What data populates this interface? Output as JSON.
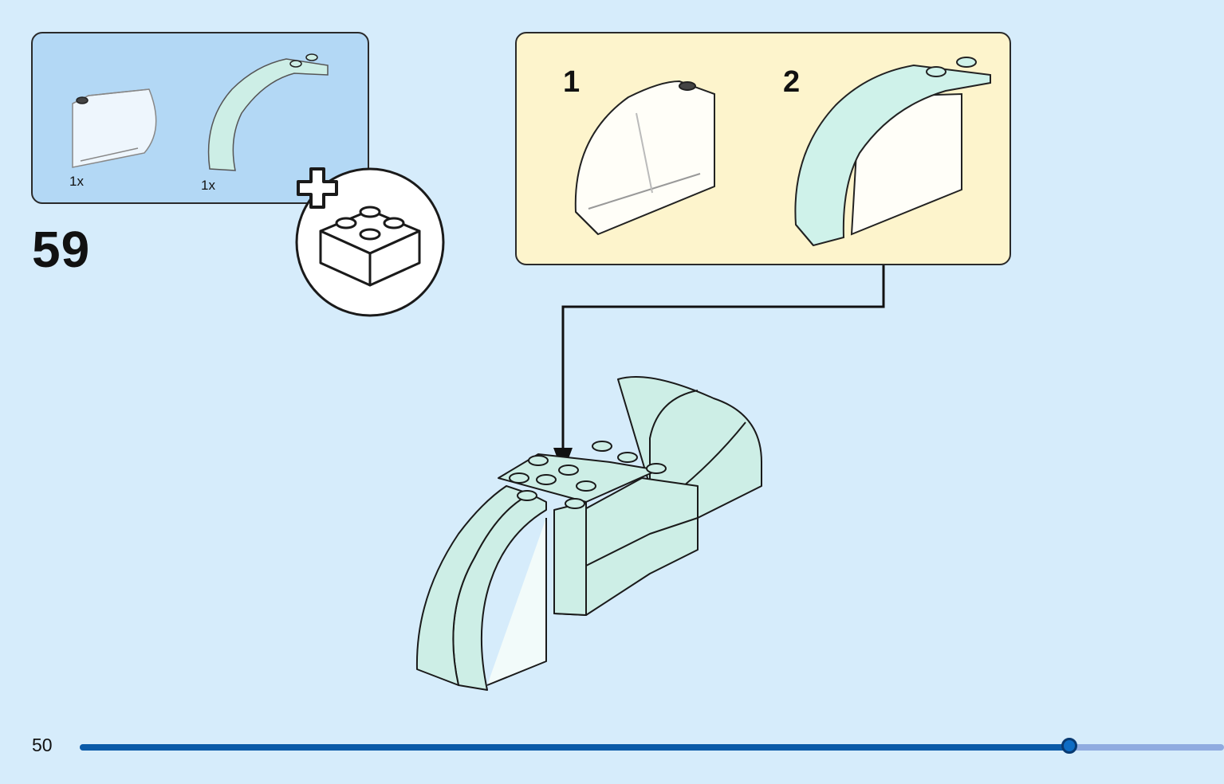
{
  "step": {
    "number": "59",
    "parts": [
      {
        "icon": "transparent-quarter-arch-window-icon",
        "quantity": "1x"
      },
      {
        "icon": "mint-curved-arch-brick-icon",
        "quantity": "1x"
      }
    ],
    "add_icon": "add-new-bricks-icon"
  },
  "sub_assembly": {
    "steps": [
      {
        "number": "1",
        "icon": "transparent-quarter-arch-window-icon"
      },
      {
        "number": "2",
        "icon": "window-with-arch-attached-icon"
      }
    ]
  },
  "footer": {
    "page_number": "50",
    "progress": 0.865
  },
  "colors": {
    "background": "#d6ecfb",
    "parts_box": "#b3d8f5",
    "sub_assembly_box": "#fdf4cc",
    "brick_mint": "#cdeee6",
    "progress_fill": "#0a5aa8",
    "progress_track": "#90abe0"
  }
}
